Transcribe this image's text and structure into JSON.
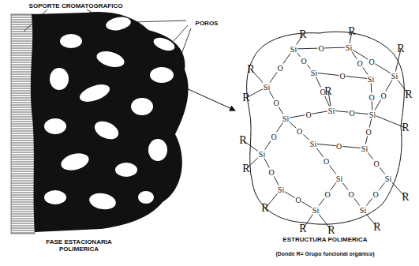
{
  "diagram": {
    "labels": [
      "SOPORTE CROMATOGRAFICO",
      "POROS",
      "FASE ESTACIONARIA POLIMERICA",
      "ESTRUCTURA POLIMERICA",
      "(Donde R= Grupo funcional orgánico)",
      "Si",
      "Si",
      "Si",
      "Si",
      "Si",
      "Si",
      "Si",
      "Si",
      "Si",
      "Si",
      "Si",
      "Si",
      "Si",
      "Si",
      "Si",
      "Si",
      "Si",
      "O",
      "O",
      "O",
      "O",
      "O",
      "O",
      "O",
      "O",
      "O",
      "O",
      "O",
      "O",
      "O",
      "O",
      "O",
      "O",
      "O",
      "O",
      "O",
      "O",
      "O",
      "O",
      "O",
      "R",
      "R",
      "R",
      "R",
      "R",
      "R",
      "R",
      "R",
      "R",
      "R",
      "R",
      "R",
      "R",
      "R",
      "R"
    ]
  }
}
